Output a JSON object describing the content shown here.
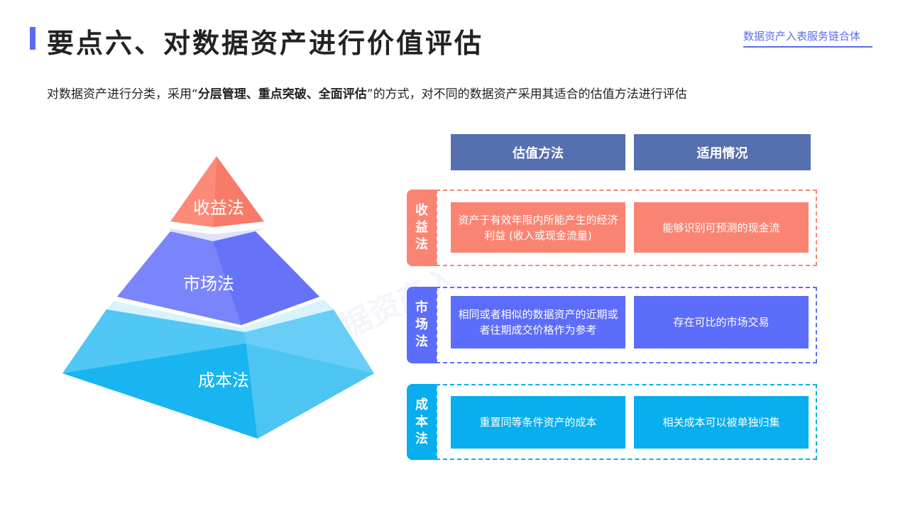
{
  "header": {
    "title": "要点六、对数据资产进行价值评估",
    "brand": "数据资产入表服务链合体"
  },
  "intro": {
    "prefix": "对数据资产进行分类，采用“",
    "emphasis": "分层管理、重点突破、全面评估",
    "suffix": "”的方式，对不同的数据资产采用其适合的估值方法进行评估"
  },
  "pyramid": {
    "top_label": "收益法",
    "middle_label": "市场法",
    "bottom_label": "成本法"
  },
  "table": {
    "headers": [
      "估值方法",
      "适用情况"
    ],
    "rows": [
      {
        "tag": "收益法",
        "method": "资产于有效年限内所能产生的经济利益 (收入或现金流量)",
        "condition": "能够识别可预测的现金流",
        "color": "#fa8472"
      },
      {
        "tag": "市场法",
        "method": "相同或者相似的数据资产的近期或者往期成交价格作为参考",
        "condition": "存在可比的市场交易",
        "color": "#5c6cfb"
      },
      {
        "tag": "成本法",
        "method": "重置同等条件资产的成本",
        "condition": "相关成本可以被单独归集",
        "color": "#08aeee"
      }
    ]
  },
  "watermark": "数据资产入"
}
